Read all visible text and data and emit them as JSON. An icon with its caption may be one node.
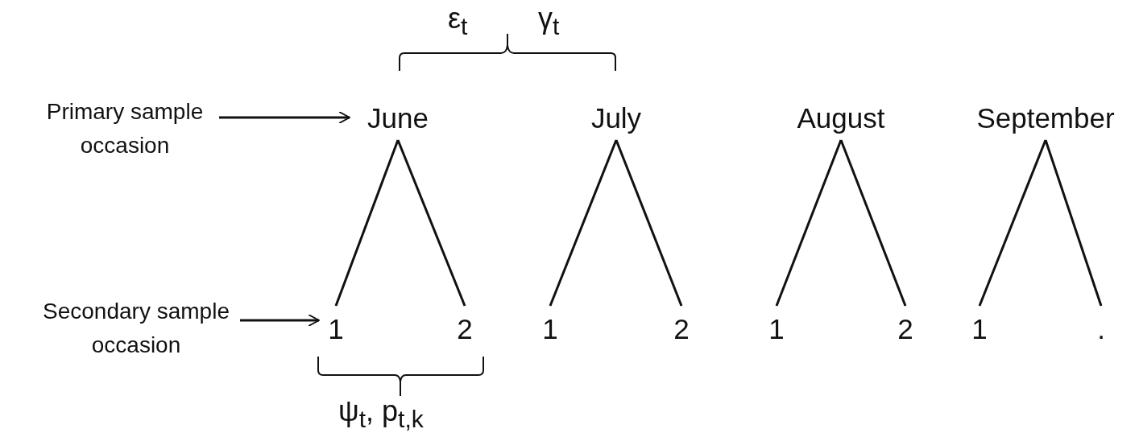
{
  "diagram": {
    "nodes": [
      {
        "text": [
          "Primary sample occasion"
        ]
      },
      {
        "text": [
          "June"
        ]
      },
      {
        "text": [
          "July"
        ]
      },
      {
        "text": [
          "August"
        ]
      },
      {
        "text": [
          "September"
        ]
      },
      {
        "text": [
          "Secondary sample occasion"
        ]
      },
      {
        "text": [
          "1"
        ]
      },
      {
        "text": [
          "2"
        ]
      },
      {
        "text": [
          "1"
        ]
      },
      {
        "text": [
          "2"
        ]
      },
      {
        "text": [
          "1"
        ]
      },
      {
        "text": [
          "2"
        ]
      },
      {
        "text": [
          "1"
        ]
      },
      {
        "text": [
          "."
        ]
      }
    ],
    "edges": [
      {
        "from": 0,
        "to": 1,
        "arrow": "to"
      },
      {
        "from": 1,
        "to": 6,
        "arrow": "none"
      },
      {
        "from": 1,
        "to": 7,
        "arrow": "none"
      },
      {
        "from": 2,
        "to": 8,
        "arrow": "none"
      },
      {
        "from": 2,
        "to": 9,
        "arrow": "none"
      },
      {
        "from": 3,
        "to": 10,
        "arrow": "none"
      },
      {
        "from": 3,
        "to": 11,
        "arrow": "none"
      },
      {
        "from": 4,
        "to": 12,
        "arrow": "none"
      },
      {
        "from": 4,
        "to": 13,
        "arrow": "none"
      },
      {
        "from": 5,
        "to": 6,
        "arrow": "to"
      }
    ],
    "labels": [
      "ε$_{t}$",
      "γ$_{t}$",
      "ψ$_{t}$, p$_{t,k}$"
    ]
  }
}
